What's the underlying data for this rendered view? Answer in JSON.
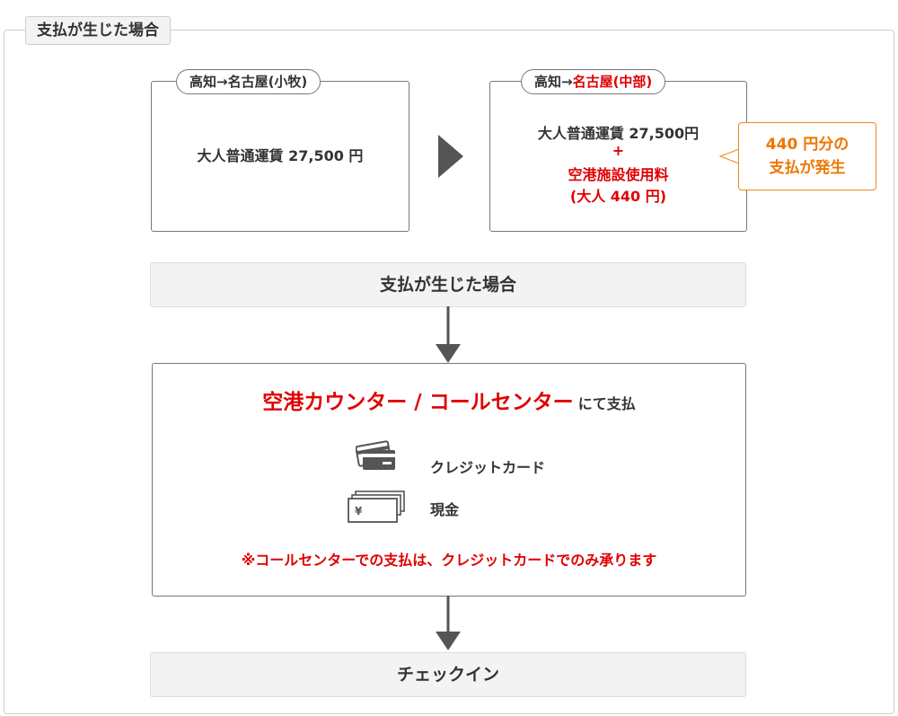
{
  "section_title": "支払が生じた場合",
  "left_box": {
    "route": "高知→名古屋(小牧)",
    "fare": "大人普通運賃 27,500 円"
  },
  "right_box": {
    "route_prefix": "高知→",
    "route_dest": "名古屋(中部)",
    "fare": "大人普通運賃 27,500円",
    "plus": "+",
    "fee": "空港施設使用料",
    "fee_amount": "(大人 440 円)"
  },
  "callout": {
    "line1": "440 円分の",
    "line2": "支払が発生"
  },
  "step1": "支払が生じた場合",
  "payment": {
    "heading_red": "空港カウンター / コールセンター",
    "heading_suffix": "にて支払",
    "methods": [
      {
        "label": "クレジットカード",
        "icon": "credit-card-icon"
      },
      {
        "label": "現金",
        "icon": "cash-icon"
      }
    ],
    "cash_symbol": "¥",
    "note": "※コールセンターでの支払は、クレジットカードでのみ承ります"
  },
  "step2": "チェックイン",
  "colors": {
    "red": "#e00000",
    "orange": "#ee7700",
    "arrow": "#555555"
  }
}
